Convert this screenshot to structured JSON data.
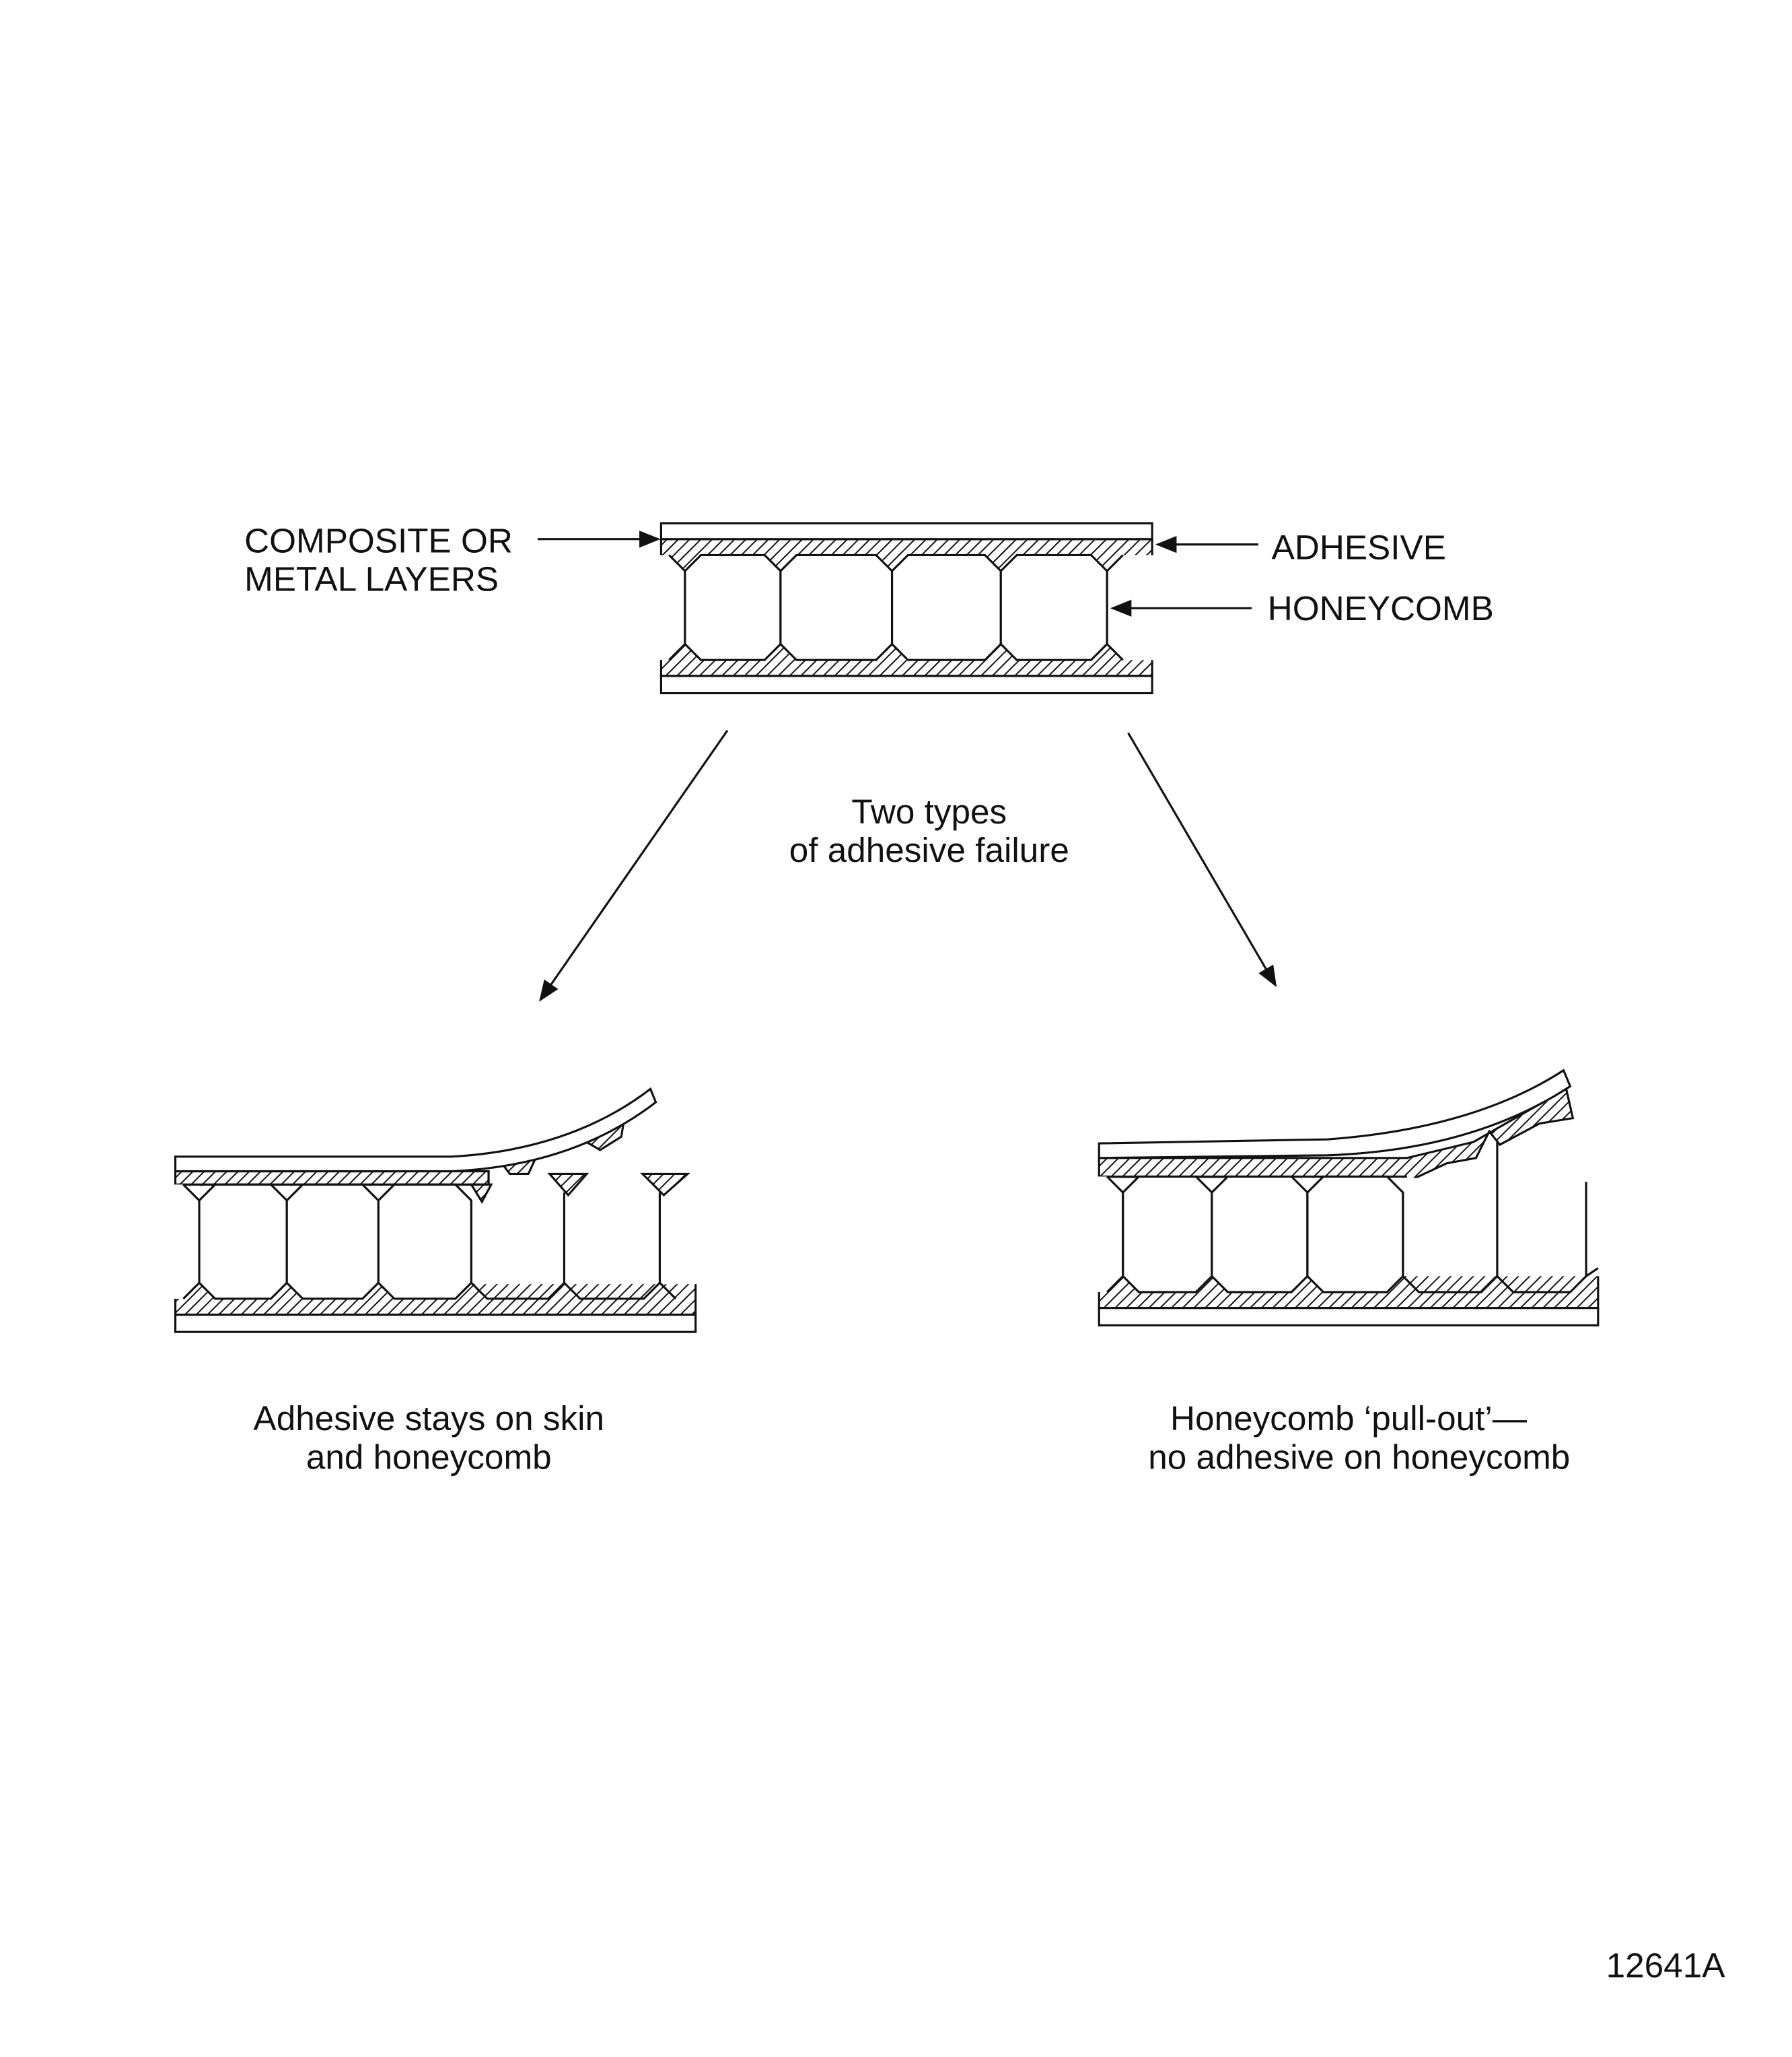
{
  "labels": {
    "layers_line1": "COMPOSITE OR",
    "layers_line2": "METAL LAYERS",
    "adhesive": "ADHESIVE",
    "honeycomb": "HONEYCOMB",
    "center_line1": "Two types",
    "center_line2": "of adhesive failure",
    "left_caption_line1": "Adhesive stays on skin",
    "left_caption_line2": "and honeycomb",
    "right_caption_line1": "Honeycomb ‘pull-out’—",
    "right_caption_line2": "no adhesive on honeycomb",
    "figure_number": "12641A"
  },
  "colors": {
    "ink": "#111111",
    "paper": "#ffffff"
  }
}
